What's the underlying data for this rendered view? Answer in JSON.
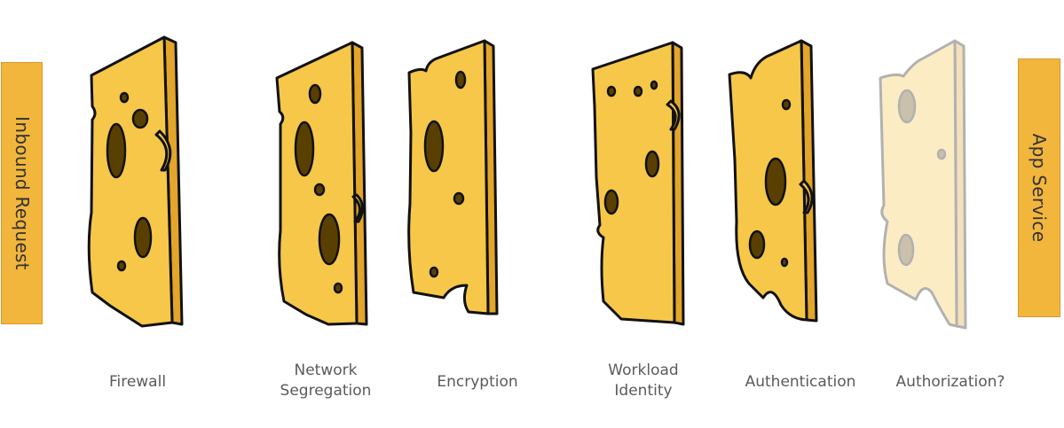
{
  "left_label": "Inbound Request",
  "right_label": "App Service",
  "layers": [
    {
      "line1": "Firewall",
      "line2": "",
      "faded": false
    },
    {
      "line1": "Network",
      "line2": "Segregation",
      "faded": false
    },
    {
      "line1": "Encryption",
      "line2": "",
      "faded": false
    },
    {
      "line1": "Workload",
      "line2": "Identity",
      "faded": false
    },
    {
      "line1": "Authentication",
      "line2": "",
      "faded": false
    },
    {
      "line1": "Authorization?",
      "line2": "",
      "faded": true
    }
  ],
  "colors": {
    "box_fill": "#f2b63d",
    "cheese_face": "#f6c749",
    "cheese_edge": "#e3a52a",
    "outline": "#111111"
  }
}
